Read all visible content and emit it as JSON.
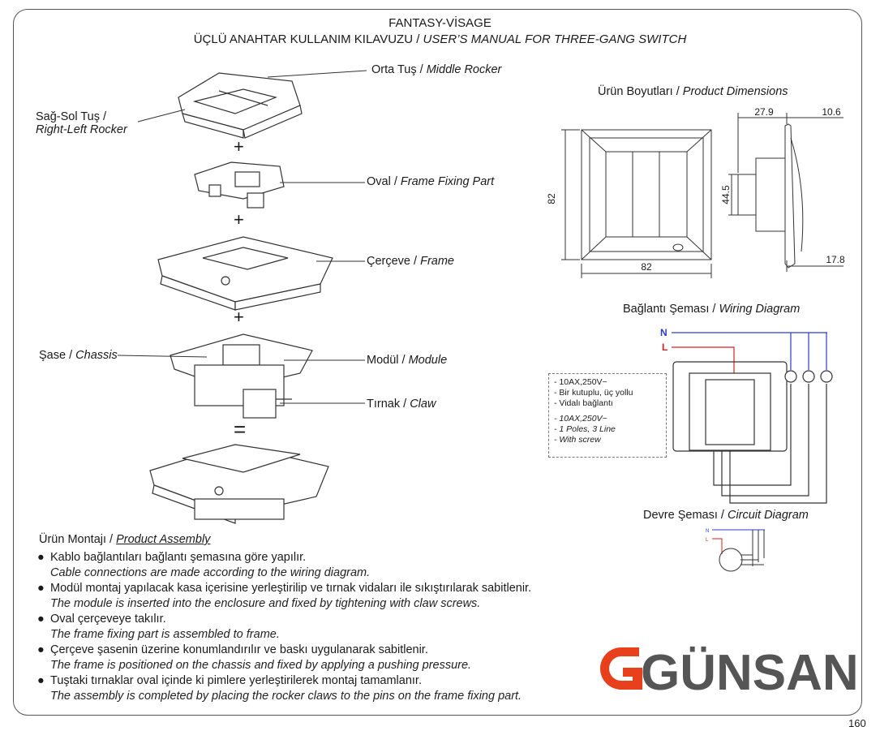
{
  "header": {
    "brand_line": "FANTASY-VİSAGE",
    "manual_tr": "ÜÇLÜ ANAHTAR KULLANIM KILAVUZU",
    "separator": " / ",
    "manual_en": "USER’S MANUAL FOR THREE-GANG SWITCH"
  },
  "parts": {
    "middle_rocker": {
      "tr": "Orta Tuş",
      "en": "Middle Rocker"
    },
    "right_left_rocker": {
      "tr": "Sağ-Sol Tuş",
      "en": "Right-Left Rocker"
    },
    "frame_fixing": {
      "tr": "Oval",
      "en": "Frame Fixing Part"
    },
    "frame": {
      "tr": "Çerçeve",
      "en": "Frame"
    },
    "chassis": {
      "tr": "Şase",
      "en": "Chassis"
    },
    "module": {
      "tr": "Modül",
      "en": "Module"
    },
    "claw": {
      "tr": "Tırnak",
      "en": "Claw"
    },
    "plus": "+",
    "equals": "="
  },
  "dimensions": {
    "title_tr": "Ürün Boyutları",
    "title_en": "Product Dimensions",
    "width": "82",
    "height": "82",
    "depth_a": "27.9",
    "depth_b": "10.6",
    "module_h": "44.5",
    "rear": "17.8"
  },
  "wiring": {
    "title_tr": "Bağlantı Şeması",
    "title_en": "Wiring Diagram",
    "neutral": "N",
    "live": "L"
  },
  "specs": {
    "tr": [
      "- 10AX,250V~",
      "- Bir kutuplu, üç yollu",
      "- Vidalı bağlantı"
    ],
    "en": [
      "- 10AX,250V~",
      "- 1 Poles, 3 Line",
      "- With screw"
    ]
  },
  "circuit": {
    "title_tr": "Devre Şeması",
    "title_en": "Circuit Diagram",
    "neutral": "N",
    "live": "L"
  },
  "assembly": {
    "title_tr": "Ürün Montajı",
    "title_en": "Product Assembly",
    "bullet": "●",
    "steps": [
      {
        "tr": "Kablo bağlantıları bağlantı şemasına göre yapılır.",
        "en": "Cable connections are made according to the wiring diagram."
      },
      {
        "tr": "Modül montaj yapılacak kasa içerisine yerleştirilip ve tırnak vidaları ile sıkıştırılarak sabitlenir.",
        "en": "The module is inserted into the enclosure and fixed by tightening with claw screws."
      },
      {
        "tr": "Oval çerçeveye takılır.",
        "en": "The frame fixing part is assembled to frame."
      },
      {
        "tr": "Çerçeve şasenin üzerine konumlandırılır ve baskı uygulanarak sabitlenir.",
        "en": "The frame is positioned on the chassis and fixed by applying a pushing pressure."
      },
      {
        "tr": "Tuştaki tırnaklar oval içinde ki pimlere yerleştirilerek montaj tamamlanır.",
        "en": "The assembly is completed by placing the rocker claws to the pins on the frame fixing part."
      }
    ]
  },
  "logo": {
    "text": "GÜNSAN",
    "accent": "#e8401c",
    "dark": "#555555"
  },
  "page_number": "160"
}
